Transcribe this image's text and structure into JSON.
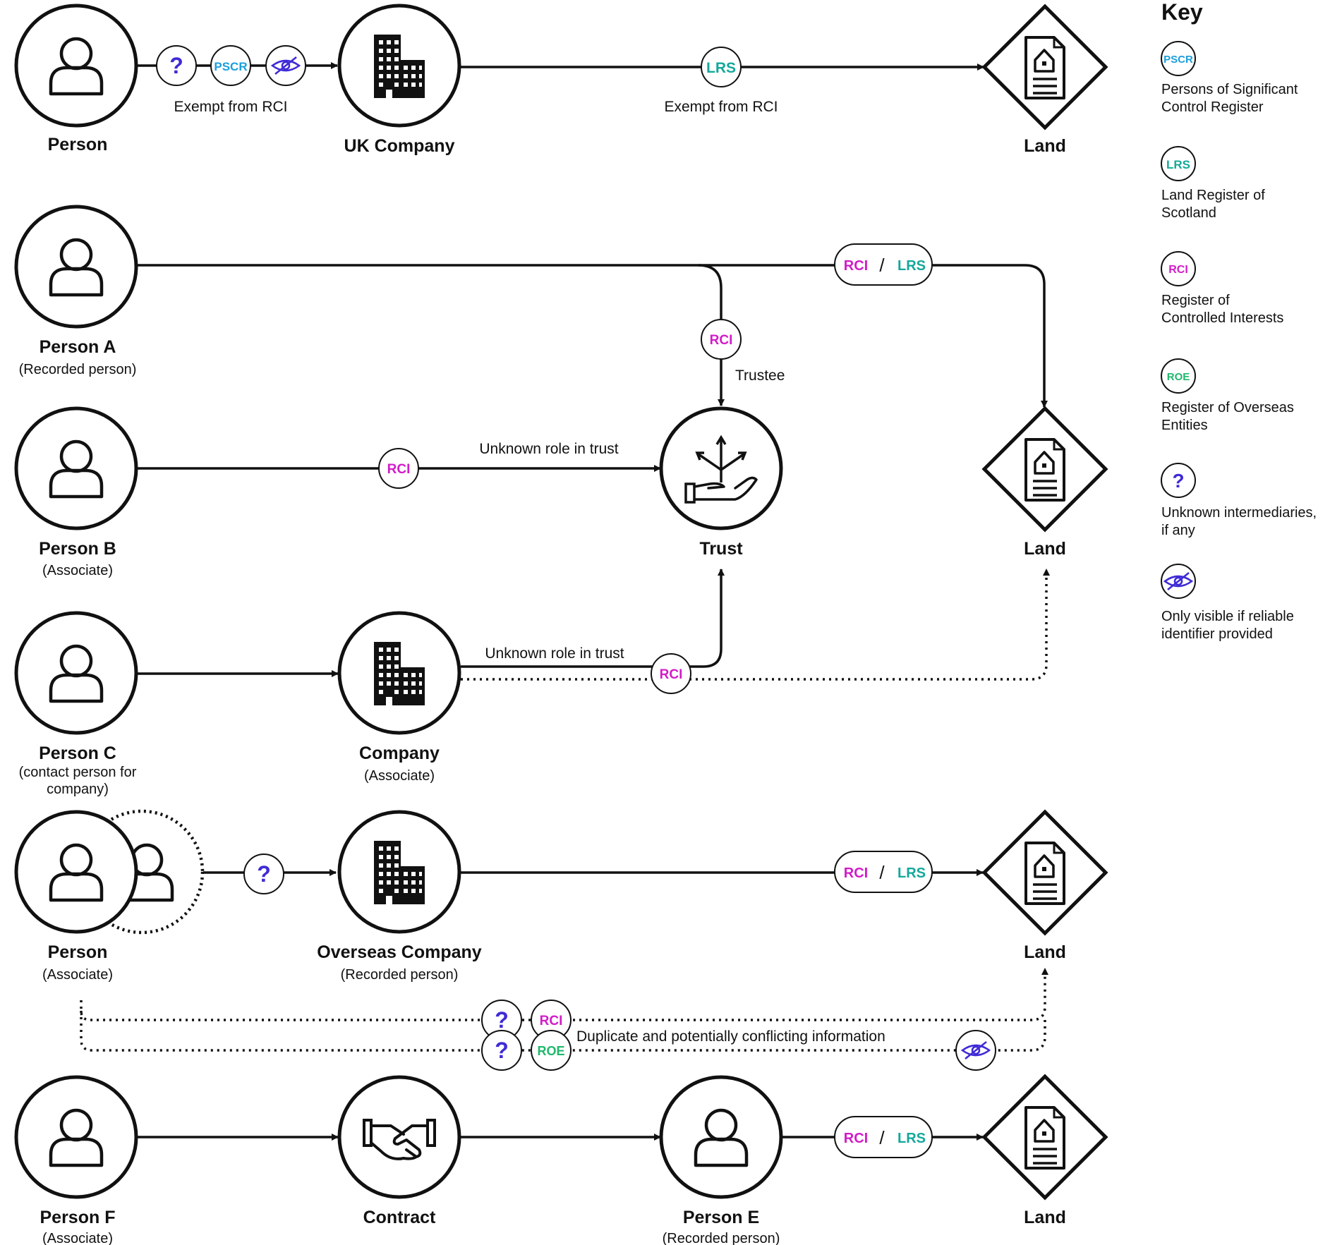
{
  "colors": {
    "pscr": "#1a9fdc",
    "lrs": "#14a89a",
    "rci": "#d21bc8",
    "roe": "#1fb86b",
    "unknown": "#3f2bd6",
    "eye": "#3f2bd6",
    "ink": "#111111"
  },
  "icons": {
    "person": "person-icon",
    "building": "building-icon",
    "land": "land-document-icon",
    "trust": "trust-hand-icon",
    "contract": "handshake-icon",
    "eye": "eye-slash-icon"
  },
  "badges": {
    "pscr": "PSCR",
    "lrs": "LRS",
    "rci": "RCI",
    "roe": "ROE",
    "unknown": "?",
    "slash": "/"
  },
  "key": {
    "title": "Key",
    "items": [
      {
        "badge": "PSCR",
        "line1": "Persons of Significant",
        "line2": "Control Register"
      },
      {
        "badge": "LRS",
        "line1": "Land Register of",
        "line2": "Scotland"
      },
      {
        "badge": "RCI",
        "line1": "Register of",
        "line2": "Controlled Interests"
      },
      {
        "badge": "ROE",
        "line1": "Register of Overseas",
        "line2": "Entities"
      },
      {
        "badge": "?",
        "line1": "Unknown intermediaries,",
        "line2": "if any"
      },
      {
        "badge": "",
        "line1": "Only visible if reliable",
        "line2": "identifier provided"
      }
    ]
  },
  "row1": {
    "person": "Person",
    "company": "UK Company",
    "land": "Land",
    "edge1": "Exempt from RCI",
    "edge2": "Exempt from RCI"
  },
  "rows2to4": {
    "person_a": "Person A",
    "person_a_sub": "(Recorded person)",
    "person_b": "Person B",
    "person_b_sub": "(Associate)",
    "person_c": "Person C",
    "person_c_sub1": "(contact person for",
    "person_c_sub2": "company)",
    "trust": "Trust",
    "land": "Land",
    "company": "Company",
    "company_sub": "(Associate)",
    "trustee": "Trustee",
    "unknown_role_b": "Unknown role in trust",
    "unknown_role_c": "Unknown role in trust"
  },
  "row5": {
    "person": "Person",
    "person_sub": "(Associate)",
    "company": "Overseas Company",
    "company_sub": "(Recorded person)",
    "land": "Land",
    "duplicate": "Duplicate and potentially conflicting information"
  },
  "row6": {
    "person_f": "Person F",
    "person_f_sub": "(Associate)",
    "contract": "Contract",
    "person_e": "Person E",
    "person_e_sub": "(Recorded person)",
    "land": "Land"
  }
}
